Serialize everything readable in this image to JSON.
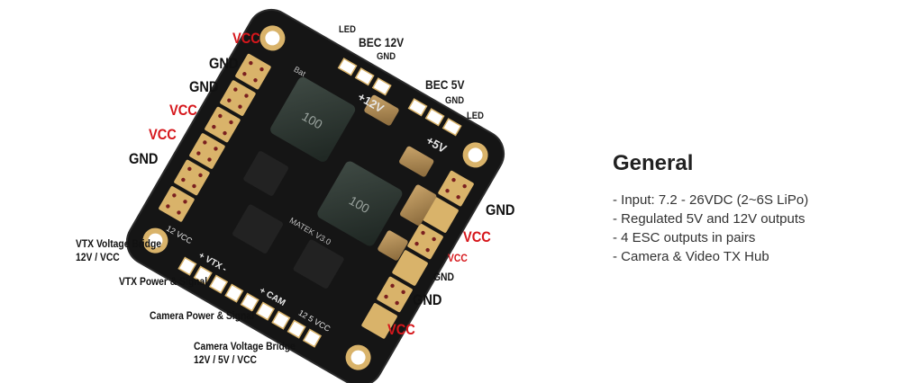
{
  "board": {
    "silk_12v": "+12V",
    "silk_5v": "+5V",
    "silk_vtx": "+  VTX  -",
    "silk_cam": "+  CAM",
    "silk_12vcc": "12 VCC",
    "silk_125vcc": "12  5  VCC",
    "silk_model": "MATEK V3.0",
    "silk_bat": "Bat",
    "inductor_1": "100",
    "inductor_2": "100"
  },
  "labels": {
    "vcc_top1": "VCC",
    "gnd_top2": "GND",
    "gnd_top3": "GND",
    "vcc_top4": "VCC",
    "vcc_top5": "VCC",
    "gnd_top6": "GND",
    "led_top": "LED",
    "bec12": "BEC 12V",
    "bec12_gnd": "GND",
    "bec5": "BEC 5V",
    "bec5_gnd": "GND",
    "led_right": "LED",
    "gnd_r1": "GND",
    "vcc_r2": "VCC",
    "vcc_r3": "VCC",
    "gnd_r4": "GND",
    "gnd_r5": "GND",
    "vcc_r6": "VCC",
    "vtx_bridge_1": "VTX Voltage Bridge",
    "vtx_bridge_2": "12V / VCC",
    "vtx_power": "VTX Power & Signal",
    "cam_power": "Camera Power & Signal",
    "cam_bridge_1": "Camera Voltage Bridge",
    "cam_bridge_2": "12V / 5V / VCC"
  },
  "info": {
    "title": "General",
    "items": [
      "- Input: 7.2 - 26VDC (2~6S LiPo)",
      "- Regulated 5V and 12V outputs",
      "- 4 ESC outputs in pairs",
      "- Camera & Video TX Hub"
    ]
  },
  "colors": {
    "vcc": "#d6171c",
    "board": "#151515",
    "gold": "#d9b36a"
  }
}
